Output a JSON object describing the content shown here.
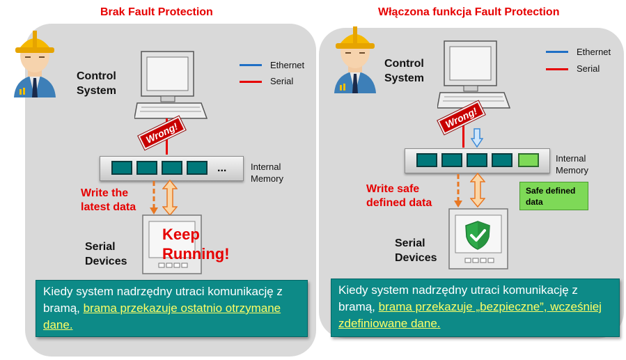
{
  "left": {
    "title": "Brak Fault Protection",
    "control_system": [
      "Control",
      "System"
    ],
    "legend": {
      "ethernet": "Ethernet",
      "serial": "Serial"
    },
    "wrong": "Wrong!",
    "dots": "...",
    "internal_memory": [
      "Internal",
      "Memory"
    ],
    "write_label": [
      "Write the",
      "latest data"
    ],
    "keep_running": [
      "Keep",
      "Running!"
    ],
    "serial_devices": [
      "Serial",
      "Devices"
    ],
    "info": {
      "prefix": "Kiedy system nadrzędny utraci komunikację z bramą, ",
      "highlight": "brama przekazuje ostatnio otrzymane dane."
    }
  },
  "right": {
    "title": "Włączona funkcja Fault Protection",
    "control_system": [
      "Control",
      "System"
    ],
    "legend": {
      "ethernet": "Ethernet",
      "serial": "Serial"
    },
    "wrong": "Wrong!",
    "internal_memory": [
      "Internal",
      "Memory"
    ],
    "write_label": [
      "Write safe",
      "defined data"
    ],
    "safe_box": [
      "Safe defined",
      "data"
    ],
    "serial_devices": [
      "Serial",
      "Devices"
    ],
    "info": {
      "prefix": "Kiedy system nadrzędny utraci komunikację z bramą, ",
      "highlight": "brama przekazuje „bezpieczne”, wcześniej zdefiniowane dane."
    }
  },
  "colors": {
    "ethernet": "#1f6fc5",
    "serial": "#e60000",
    "teal": "#0d8a87",
    "safe_green": "#7ed957"
  }
}
